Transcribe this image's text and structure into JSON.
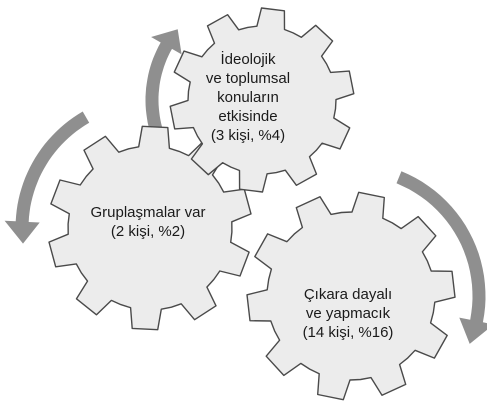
{
  "diagram": {
    "type": "interlocking-gears-cycle",
    "fill_color": "#ececec",
    "stroke_color": "#4a4a4a",
    "arrow_color": "#8f8f8f",
    "gears": [
      {
        "id": "ideolojik",
        "lines": [
          "İdeolojik",
          "ve toplumsal",
          "konuların",
          "etkisinde"
        ],
        "count": "(3 kişi, %4)"
      },
      {
        "id": "gruplasmalar",
        "lines": [
          "Gruplaşmalar var"
        ],
        "count": "(2 kişi, %2)"
      },
      {
        "id": "cikara",
        "lines": [
          "Çıkara dayalı",
          "ve yapmacık"
        ],
        "count": "(14 kişi, %16)"
      }
    ],
    "arrows": [
      {
        "name": "top-left-up-arrow",
        "direction": "clockwise"
      },
      {
        "name": "left-down-arrow",
        "direction": "counterclockwise"
      },
      {
        "name": "right-down-arrow",
        "direction": "clockwise"
      }
    ]
  }
}
